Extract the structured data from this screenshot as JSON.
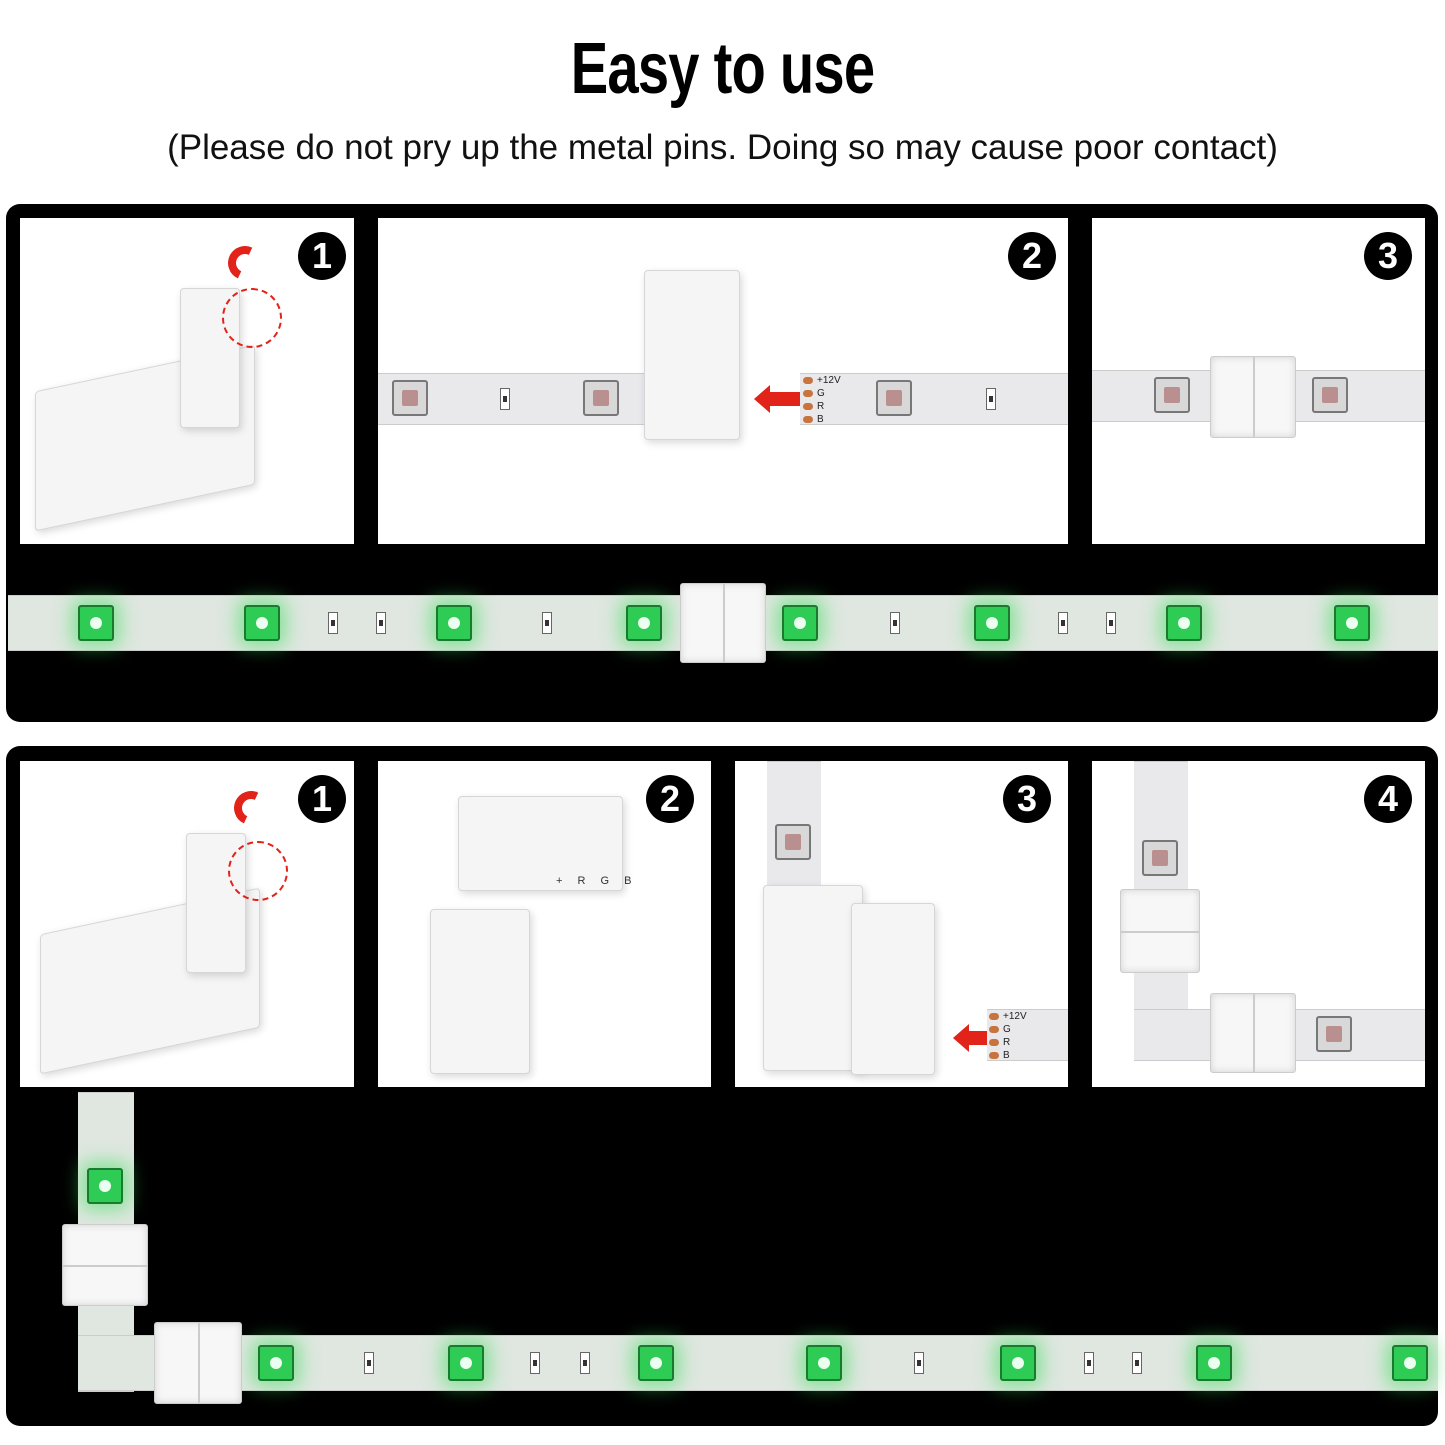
{
  "header": {
    "title": "Easy to use",
    "subtitle": "(Please do not pry up the metal pins. Doing so may cause poor contact)"
  },
  "section1": {
    "steps": [
      "1",
      "2",
      "3"
    ]
  },
  "section2": {
    "steps": [
      "1",
      "2",
      "3",
      "4"
    ]
  },
  "pad_labels": [
    "+12V",
    "G",
    "R",
    "B"
  ],
  "connector_labels": "+ R G B",
  "colors": {
    "led_on": "#2ecc55",
    "arrow": "#e2231a",
    "background": "#000000"
  }
}
